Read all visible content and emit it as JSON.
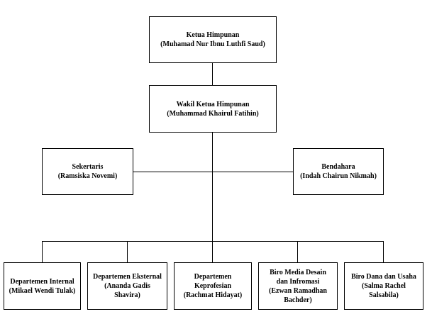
{
  "org_chart": {
    "chair": {
      "role": "Ketua Himpunan",
      "name": "(Muhamad Nur Ibnu Luthfi Saud)"
    },
    "vice_chair": {
      "role": "Wakil Ketua Himpunan",
      "name": "(Muhammad Khairul Fatihin)"
    },
    "secretary": {
      "role": "Sekertaris",
      "name": "(Ramsiska Novemi)"
    },
    "treasurer": {
      "role": "Bendahara",
      "name": "(Indah Chairun Nikmah)"
    },
    "units": [
      {
        "line1": "Departemen Internal",
        "line2": "(Mikael Wendi Tulak)",
        "line3": "",
        "line4": ""
      },
      {
        "line1": "Departemen Eksternal",
        "line2": "(Ananda Gadis",
        "line3": "Shavira)",
        "line4": ""
      },
      {
        "line1": "Departemen",
        "line2": "Keprofesian",
        "line3": "(Rachmat Hidayat)",
        "line4": ""
      },
      {
        "line1": "Biro Media Desain",
        "line2": "dan Infromasi",
        "line3": "(Ezwan Ramadhan",
        "line4": "Bachder)"
      },
      {
        "line1": "Biro Dana dan Usaha",
        "line2": "(Salma Rachel",
        "line3": "Salsabila)",
        "line4": ""
      }
    ]
  }
}
